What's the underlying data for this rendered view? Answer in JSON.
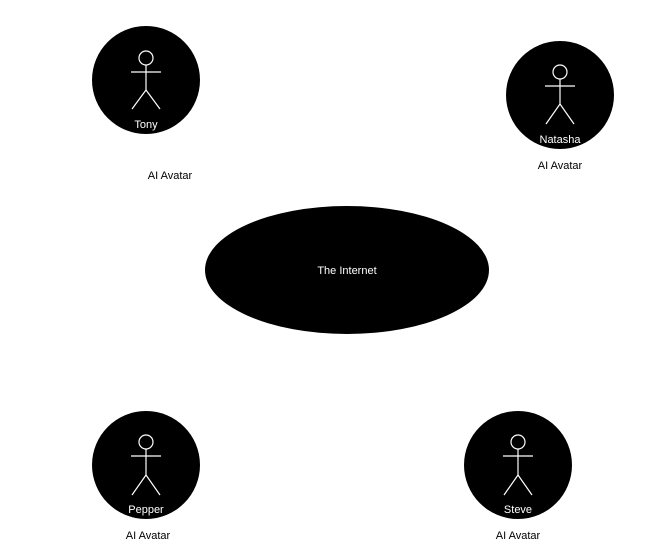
{
  "hub": {
    "label": "The Internet"
  },
  "avatars": [
    {
      "name": "Tony",
      "role": "AI Avatar"
    },
    {
      "name": "Natasha",
      "role": "AI Avatar"
    },
    {
      "name": "Pepper",
      "role": "AI Avatar"
    },
    {
      "name": "Steve",
      "role": "AI Avatar"
    }
  ]
}
